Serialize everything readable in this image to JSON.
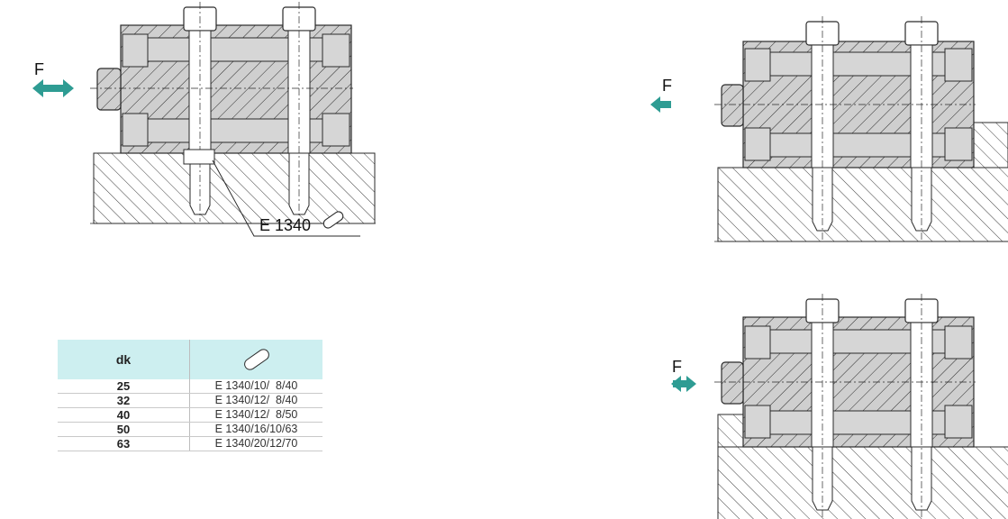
{
  "force_label": "F",
  "callout_label": "E 1340",
  "table": {
    "header_dk": "dk",
    "header_icon": "key-icon",
    "rows": [
      {
        "dk": "25",
        "key": "E 1340/10/  8/40"
      },
      {
        "dk": "32",
        "key": "E 1340/12/  8/40"
      },
      {
        "dk": "40",
        "key": "E 1340/12/  8/50"
      },
      {
        "dk": "50",
        "key": "E 1340/16/10/63"
      },
      {
        "dk": "63",
        "key": "E 1340/20/12/70"
      }
    ]
  },
  "colors": {
    "arrow": "#2e9c93",
    "header": "#cdeff0",
    "body_fill": "#cfcfcf",
    "line": "#2a2a2a"
  }
}
